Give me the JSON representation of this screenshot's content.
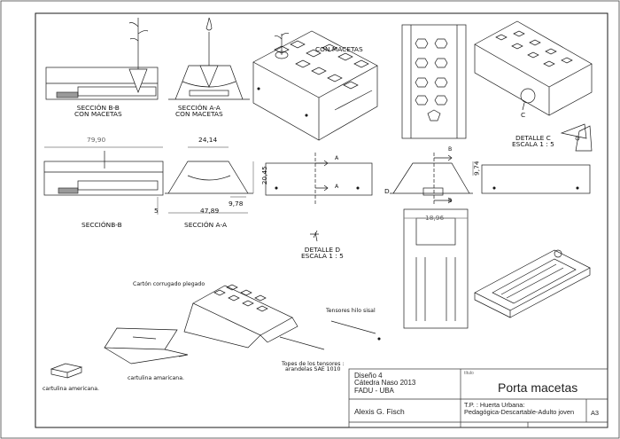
{
  "views": {
    "seccion_bb_top": "SECCIÓN B-B\nCON MACETAS",
    "seccion_aa_top": "SECCIÓN A-A\nCON MACETAS",
    "con_macetas": "CON MACETAS",
    "detalle_c_marker": "C",
    "detalle_c_label": "DETALLE C\nESCALA 1 : 5",
    "seccion_bb": "SECCIÓNB-B",
    "seccion_aa": "SECCIÓN A-A",
    "detalle_d_label": "DETALLE D\nESCALA 1 : 5",
    "detalle_d_marker": "D",
    "cut_a": "A",
    "cut_b": "B"
  },
  "dimensions": {
    "d1": "79,90",
    "d2": "24,14",
    "d3": "20,45",
    "d4": "9,78",
    "d5": "47,89",
    "d6": "5",
    "d7": "9,74",
    "d8": "18,96"
  },
  "callouts": {
    "carton": "Cartón corrugado plegado",
    "tensores": "Tensores hilo sisal",
    "topes": "Topes de los tensores :\narandelas SAE 1010",
    "cartulina1": "cartulina americana.",
    "cartulina2": "cartulina amaricana."
  },
  "title_block": {
    "course": "Diseño 4\nCátedra Naso 2013\nFADU - UBA",
    "author": "Alexis G. Fisch",
    "title_tag": "título",
    "title": "Porta macetas",
    "tp": "T.P. : Huerta Urbana:\nPedagógica-Descartable-Adulto joven",
    "size": "A3"
  }
}
